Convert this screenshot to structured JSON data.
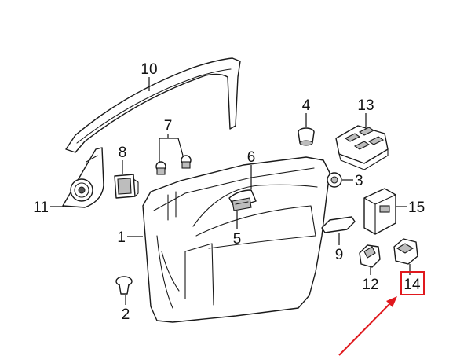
{
  "callouts": {
    "c1": "1",
    "c2": "2",
    "c3": "3",
    "c4": "4",
    "c5": "5",
    "c6": "6",
    "c7": "7",
    "c8": "8",
    "c9": "9",
    "c10": "10",
    "c11": "11",
    "c12": "12",
    "c13": "13",
    "c14": "14",
    "c15": "15"
  },
  "highlight": {
    "target": "14",
    "box_color": "#e0191e",
    "arrow_color": "#e0191e"
  }
}
